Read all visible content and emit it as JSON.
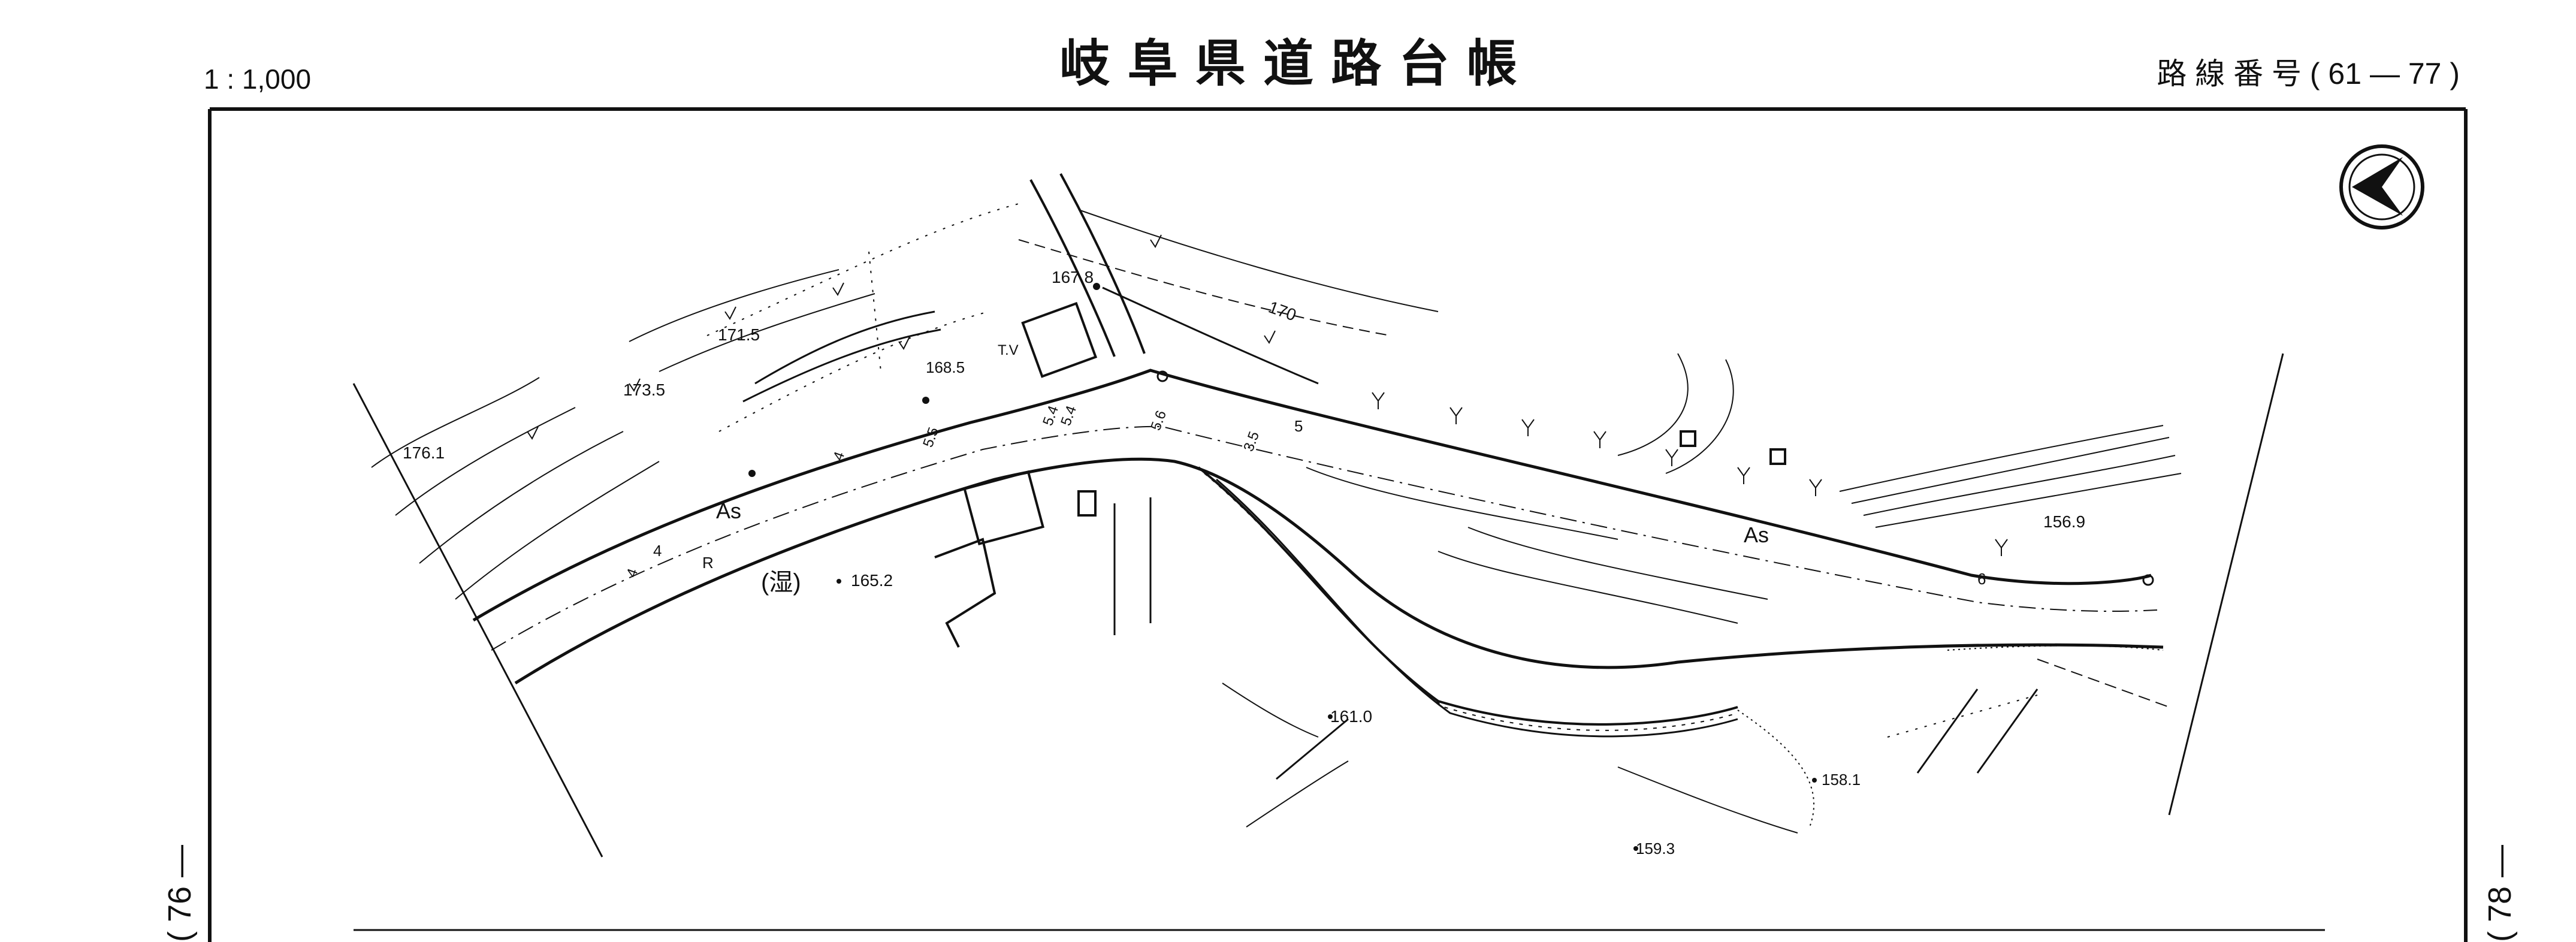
{
  "header": {
    "scale": "1 : 1,000",
    "title": "岐 阜 県 道 路 台 帳",
    "route_number": "路 線 番 号 ( 61 — 77 )"
  },
  "side_labels": {
    "left_page": "( 76 —",
    "right_page": "( 78 —"
  },
  "map": {
    "north_arrow_icon": "north-arrow-icon",
    "elevations": [
      "176.1",
      "173.5",
      "171.5",
      "167.8",
      "168.5",
      "165.2",
      "161.0",
      "159.3",
      "158.1",
      "156.9"
    ],
    "contour_label": "170",
    "surface_labels": [
      "As",
      "As",
      "R",
      "T.V"
    ],
    "wetland_label": "(湿)",
    "width_labels": [
      "4",
      "4",
      "4",
      "5.5",
      "5.4",
      "5.4",
      "5.6",
      "3.5",
      "5",
      "6"
    ]
  }
}
